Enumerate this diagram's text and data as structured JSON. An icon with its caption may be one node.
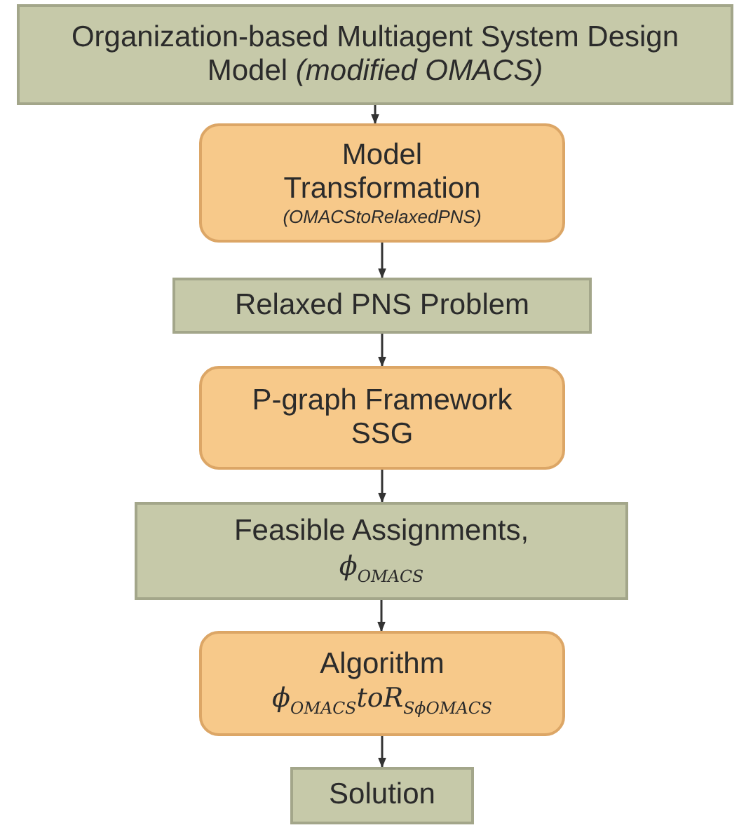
{
  "diagram": {
    "nodes": [
      {
        "text": [
          "Organization-based Multiagent System Design Model *(modified OMACS)*"
        ]
      },
      {
        "text": [
          "Model Transformation",
          "(OMACStoRelaxedPNS)"
        ]
      },
      {
        "text": [
          "Relaxed PNS Problem"
        ]
      },
      {
        "text": [
          "P-graph Framework SSG"
        ]
      },
      {
        "text": [
          "Feasible Assignments,",
          "ϕ$_{OMACS}$"
        ]
      },
      {
        "text": [
          "Algorithm",
          "ϕ$_{OMACS}$toR$_{SϕOMACS}$"
        ]
      },
      {
        "text": [
          "Solution"
        ]
      }
    ],
    "edges": [
      {
        "from": 0,
        "to": 1,
        "arrow": "to"
      },
      {
        "from": 1,
        "to": 2,
        "arrow": "to"
      },
      {
        "from": 2,
        "to": 3,
        "arrow": "to"
      },
      {
        "from": 3,
        "to": 4,
        "arrow": "to"
      },
      {
        "from": 4,
        "to": 5,
        "arrow": "to"
      },
      {
        "from": 5,
        "to": 6,
        "arrow": "to"
      }
    ]
  }
}
